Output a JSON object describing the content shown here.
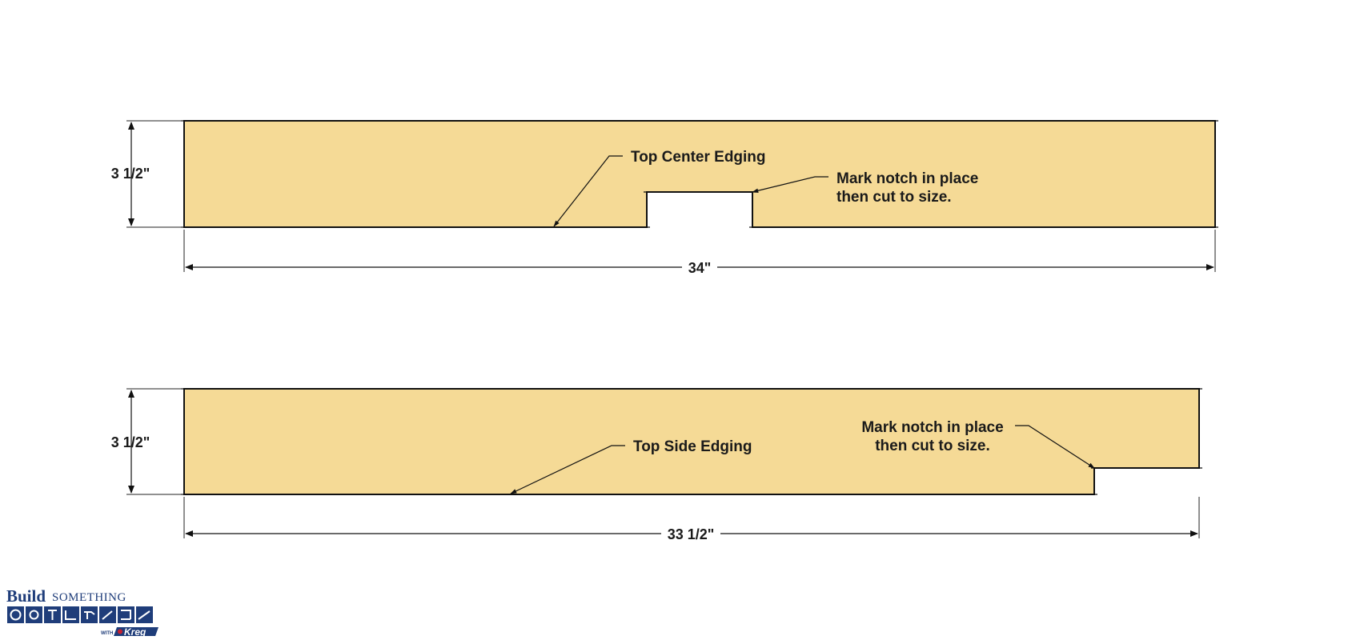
{
  "colors": {
    "board_fill": "#f5da96",
    "outline": "#111111",
    "logo_blue": "#1f3d7a",
    "logo_red": "#c8202f"
  },
  "pieces": [
    {
      "name": "Top Center Edging",
      "width_label": "3 1/2\"",
      "length_label": "34\"",
      "note": [
        "Mark notch in place",
        "then cut to size."
      ]
    },
    {
      "name": "Top Side Edging",
      "width_label": "3 1/2\"",
      "length_label": "33 1/2\"",
      "note": [
        "Mark notch in place",
        "then cut to size."
      ]
    }
  ],
  "logo": {
    "word1": "Build",
    "word2": "SOMETHING",
    "with": "WITH",
    "brand": "Kreg"
  }
}
